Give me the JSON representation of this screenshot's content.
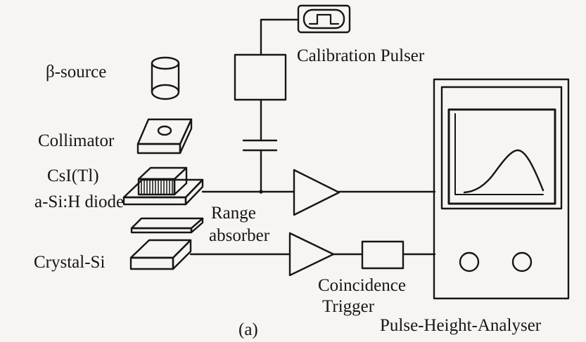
{
  "labels": {
    "beta_source": "β-source",
    "collimator": "Collimator",
    "csi": "CsI(Tl)",
    "asih_diode": "a-Si:H diode",
    "range": "Range",
    "absorber": "absorber",
    "crystal_si": "Crystal-Si",
    "calibration_pulser": "Calibration Pulser",
    "coincidence": "Coincidence",
    "trigger": "Trigger",
    "pulse_height_analyser": "Pulse-Height-Analyser",
    "figure_label": "(a)"
  },
  "icons": {
    "pulser": "square-pulse-icon",
    "source": "cylinder-icon",
    "amplifier": "triangle-amplifier-icon",
    "capacitor": "capacitor-icon",
    "gaussian_peak": "peak-curve-icon",
    "knobs": "knob-icon"
  },
  "colors": {
    "ink": "#161616",
    "paper": "#f7f5f1"
  }
}
